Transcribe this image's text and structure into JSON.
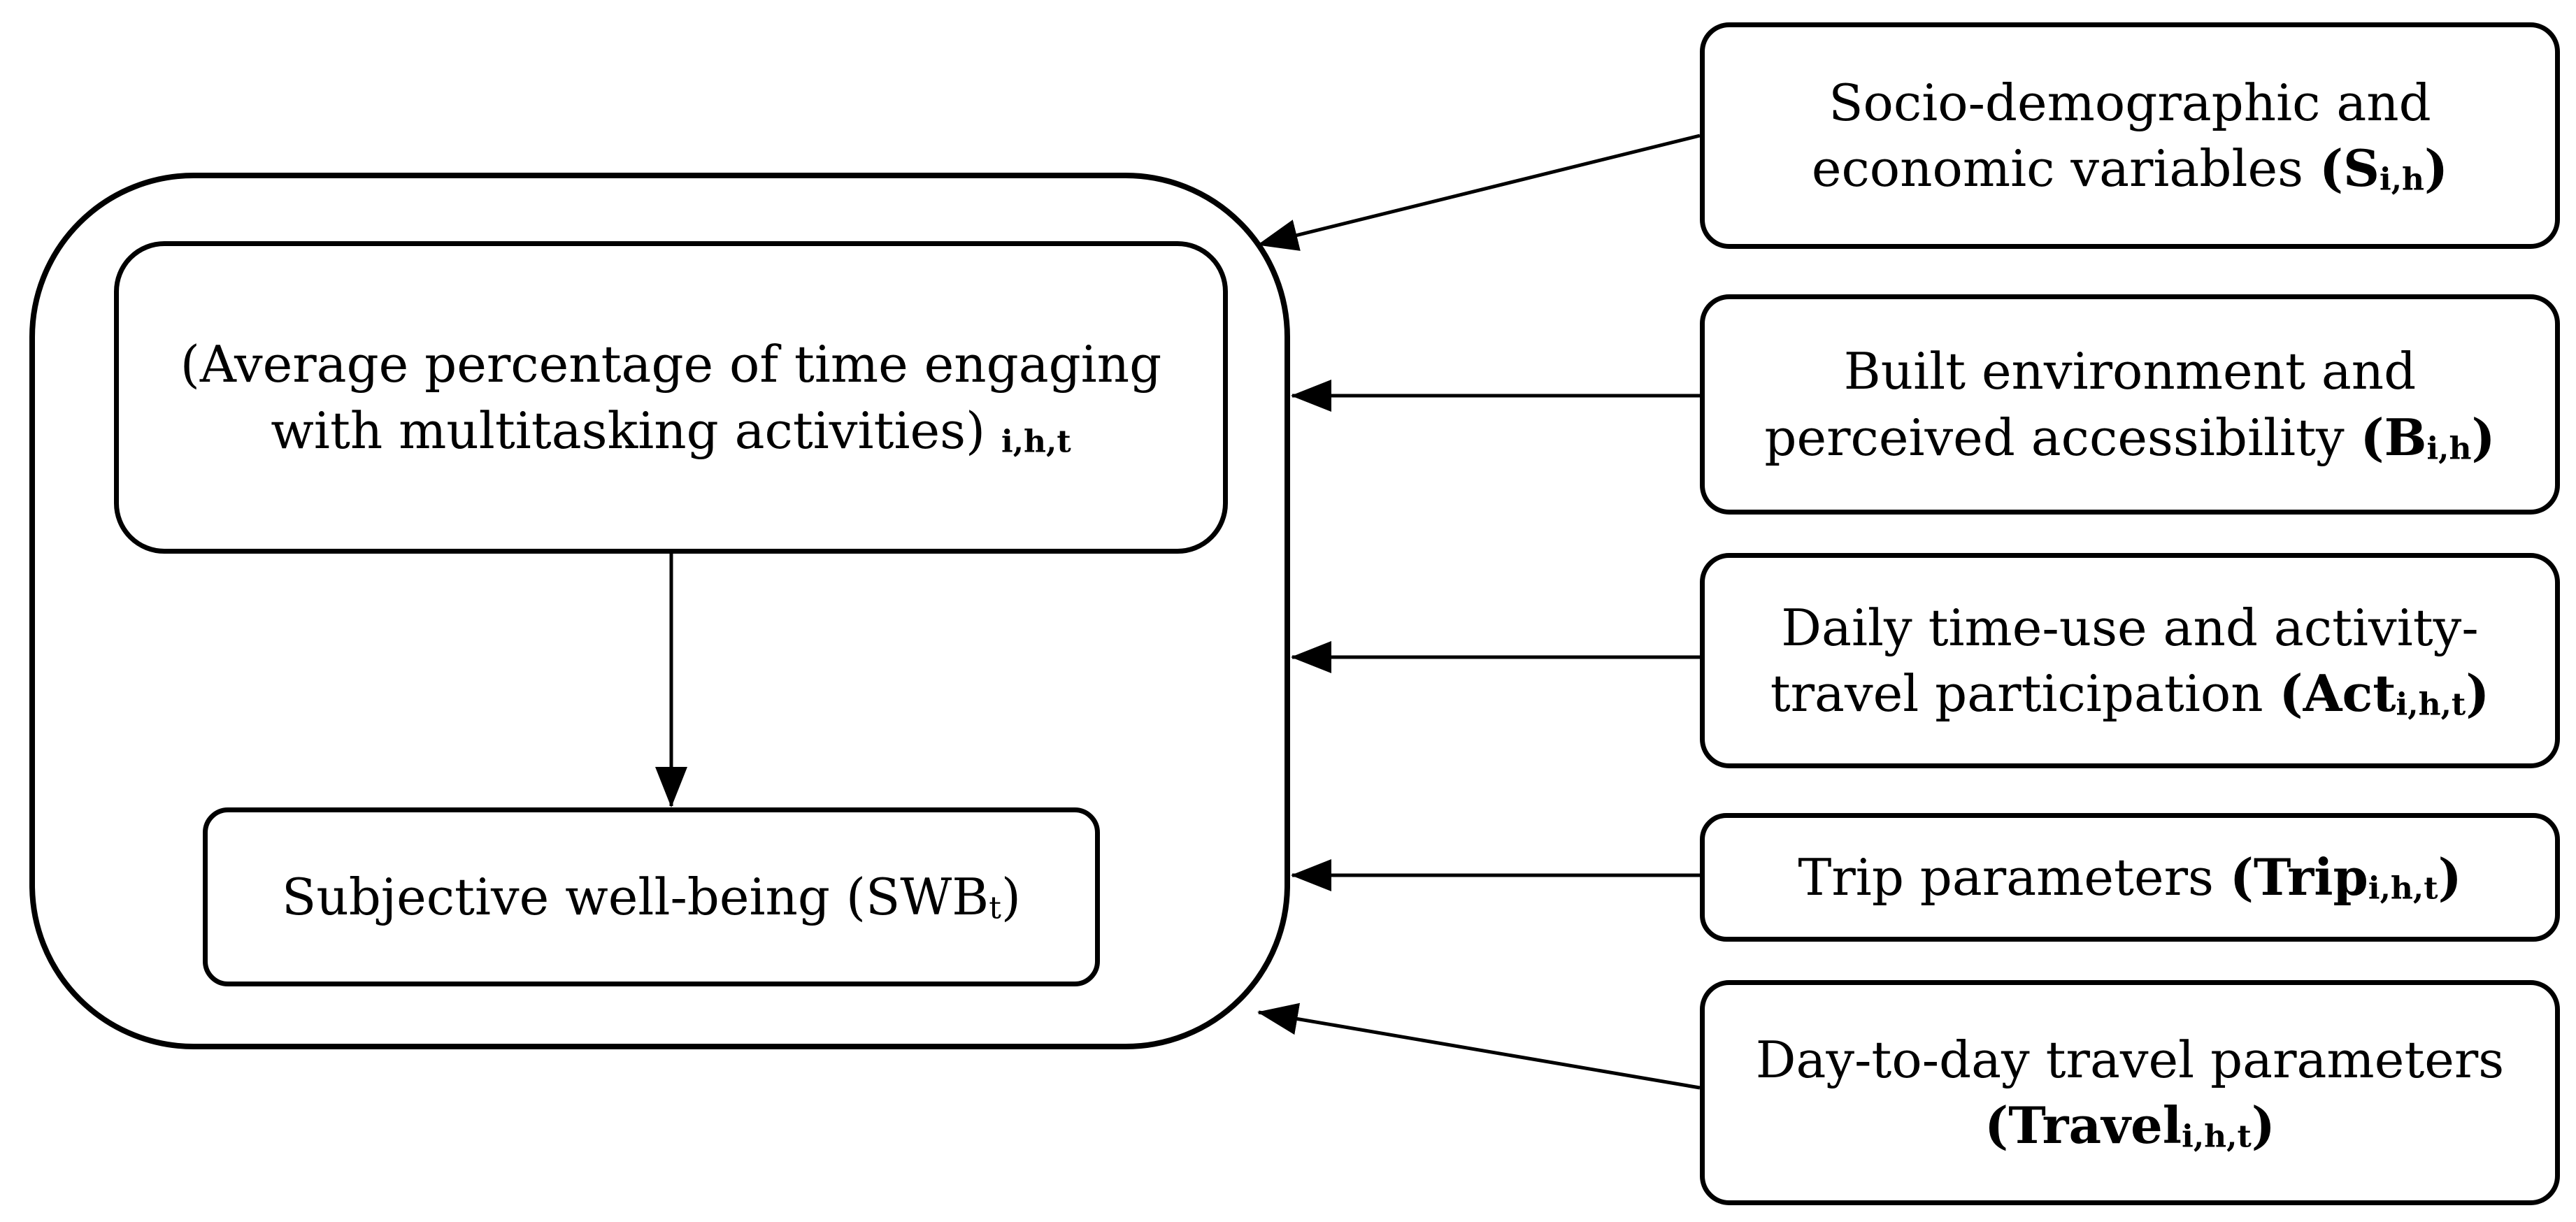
{
  "diagram": {
    "mediator": {
      "text": "(Average percentage of time engaging with multitasking activities)",
      "subscript": "i,h,t"
    },
    "outcome": {
      "text": "Subjective well-being (SWB",
      "subscript": "t",
      "close": ")"
    },
    "factors": [
      {
        "text": "Socio-demographic and economic variables",
        "symbol": "S",
        "subscript": "i,h"
      },
      {
        "text": "Built environment and perceived accessibility",
        "symbol": "B",
        "subscript": "i,h"
      },
      {
        "text": "Daily time-use and activity-travel participation",
        "symbol": "Act",
        "subscript": "i,h,t"
      },
      {
        "text": "Trip parameters",
        "symbol": "Trip",
        "subscript": "i,h,t"
      },
      {
        "text": "Day-to-day travel parameters",
        "symbol": "Travel",
        "subscript": "i,h,t"
      }
    ]
  }
}
